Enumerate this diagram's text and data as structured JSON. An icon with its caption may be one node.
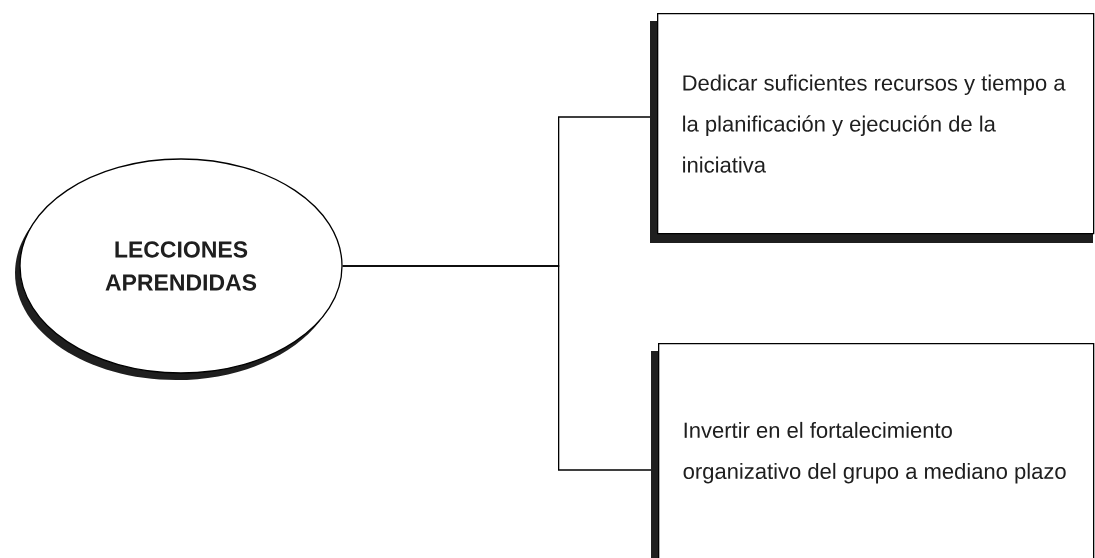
{
  "diagram": {
    "nodes": [
      {
        "text": [
          "LECCIONES APRENDIDAS"
        ]
      },
      {
        "text": [
          "Dedicar suficientes recursos y tiempo a la planificación y ejecución de la iniciativa"
        ]
      },
      {
        "text": [
          "Invertir en el fortalecimiento organizativo del grupo a mediano plazo"
        ]
      }
    ],
    "edges": [
      {
        "from": 0,
        "to": 1,
        "arrow": "none"
      },
      {
        "from": 0,
        "to": 2,
        "arrow": "none"
      }
    ]
  }
}
